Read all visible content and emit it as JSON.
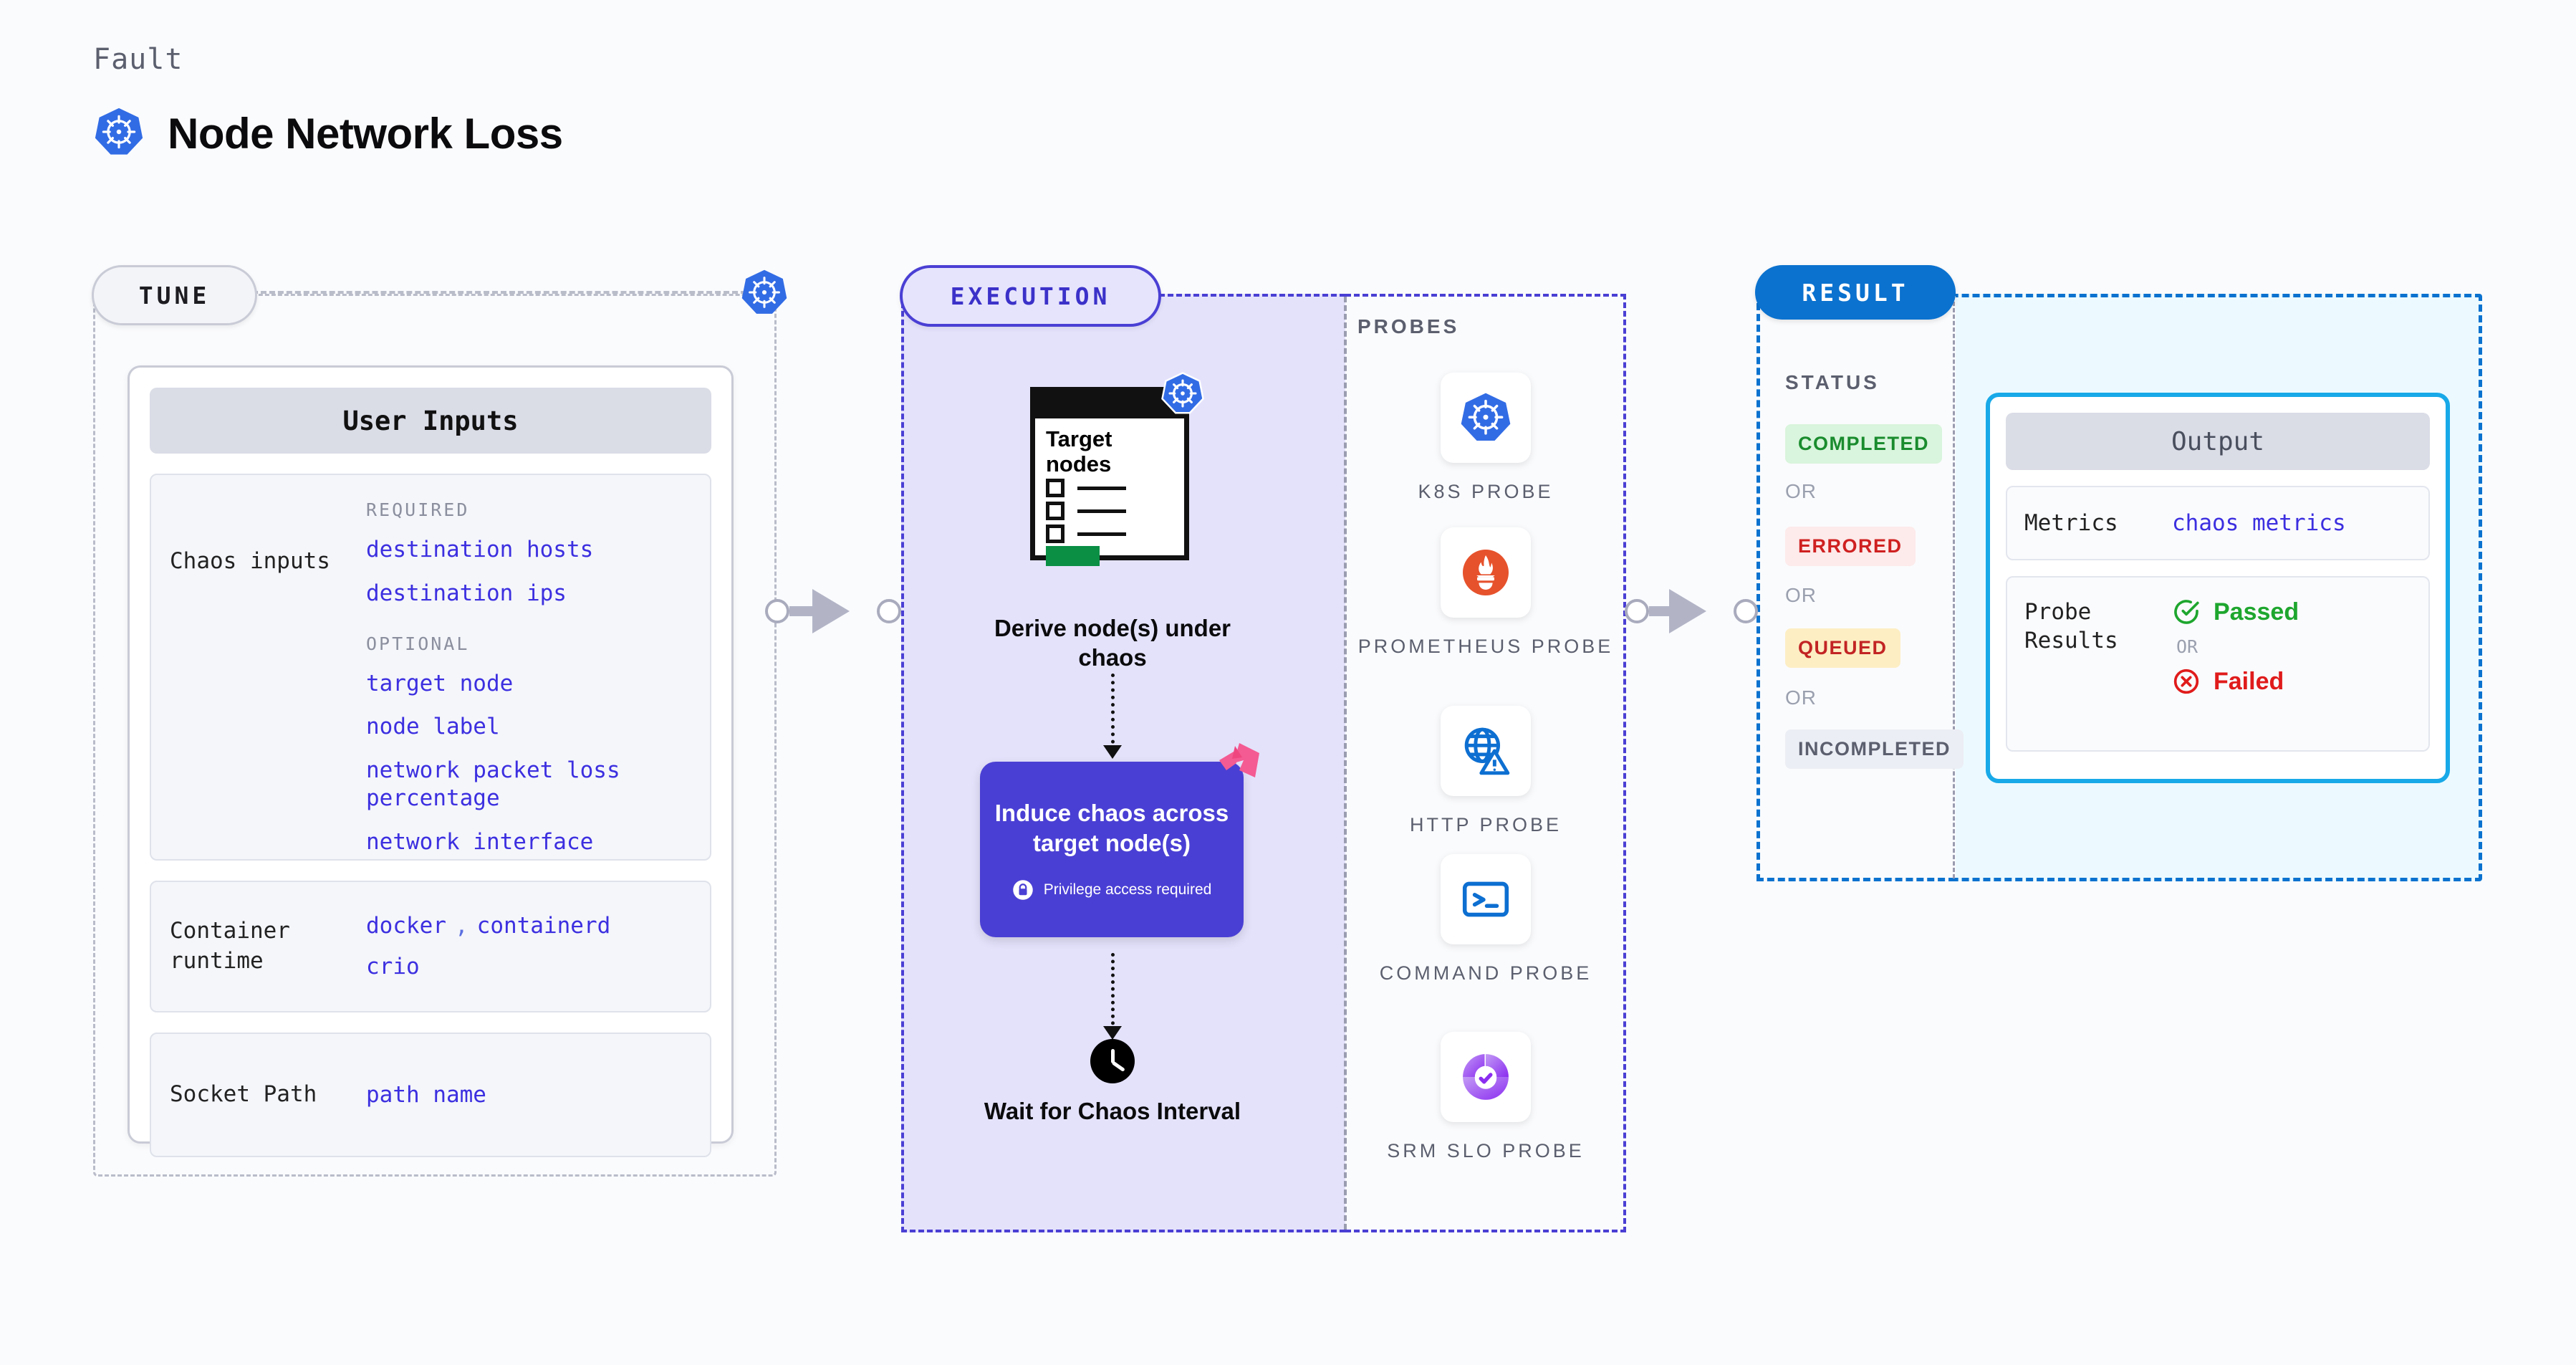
{
  "header": {
    "eyebrow": "Fault",
    "title": "Node Network Loss",
    "icon": "kubernetes-icon"
  },
  "stages": {
    "tune": "TUNE",
    "execution": "EXECUTION",
    "result": "RESULT"
  },
  "tune": {
    "card_title": "User Inputs",
    "sections": [
      {
        "label": "Chaos inputs",
        "groups": [
          {
            "title": "REQUIRED",
            "values": [
              "destination hosts",
              "destination ips"
            ]
          },
          {
            "title": "OPTIONAL",
            "values": [
              "target node",
              "node label",
              "network packet loss percentage",
              "network interface"
            ]
          }
        ]
      },
      {
        "label": "Container runtime",
        "values": [
          "docker",
          "containerd",
          "crio"
        ],
        "separator": ","
      },
      {
        "label": "Socket Path",
        "values": [
          "path name"
        ]
      }
    ]
  },
  "execution": {
    "derive_node": {
      "doc_title": "Target nodes",
      "label": "Derive node(s) under chaos",
      "badge_icon": "kubernetes-icon"
    },
    "chaos_box": {
      "text": "Induce chaos across target node(s)",
      "privilege": "Privilege access required",
      "lock_icon": "lock-icon",
      "brand_icon": "harness-icon",
      "color": "#4a3fd4"
    },
    "wait": {
      "label": "Wait for Chaos Interval",
      "icon": "clock-icon"
    }
  },
  "probes": {
    "title": "PROBES",
    "items": [
      {
        "label": "K8S PROBE",
        "icon": "kubernetes-icon"
      },
      {
        "label": "PROMETHEUS PROBE",
        "icon": "prometheus-icon"
      },
      {
        "label": "HTTP PROBE",
        "icon": "globe-warning-icon"
      },
      {
        "label": "COMMAND PROBE",
        "icon": "terminal-icon"
      },
      {
        "label": "SRM SLO PROBE",
        "icon": "srm-slo-icon"
      }
    ]
  },
  "result": {
    "status_title": "STATUS",
    "or_text": "OR",
    "badges": [
      {
        "label": "COMPLETED",
        "bg": "#d9f5dd",
        "fg": "#1a8c2e"
      },
      {
        "label": "ERRORED",
        "bg": "#fdeaea",
        "fg": "#cf2020"
      },
      {
        "label": "QUEUED",
        "bg": "#fdeec4",
        "fg": "#c22424"
      },
      {
        "label": "INCOMPLETED",
        "bg": "#eceef5",
        "fg": "#5b5f6e"
      }
    ],
    "output": {
      "title": "Output",
      "rows": [
        {
          "label": "Metrics",
          "value": "chaos metrics"
        },
        {
          "label": "Probe Results",
          "passed": "Passed",
          "or": "OR",
          "failed": "Failed",
          "passed_icon": "check-circle-icon",
          "failed_icon": "x-circle-icon",
          "passed_color": "#1ea62e",
          "failed_color": "#e01b1b"
        }
      ]
    }
  }
}
